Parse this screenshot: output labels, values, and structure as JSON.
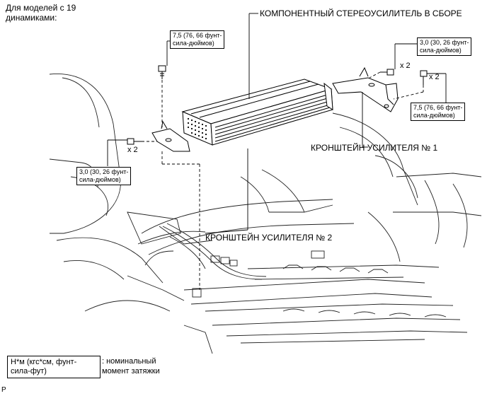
{
  "header": {
    "models_line1": "Для моделей с 19",
    "models_line2": "динамиками:"
  },
  "callouts": {
    "amplifier_assembly": "КОМПОНЕНТНЫЙ СТЕРЕОУСИЛИТЕЛЬ В СБОРЕ",
    "bracket_1": "КРОНШТЕЙН УСИЛИТЕЛЯ № 1",
    "bracket_2": "КРОНШТЕЙН УСИЛИТЕЛЯ № 2"
  },
  "torque_specs": {
    "top_left": {
      "line1": "7,5 (76, 66 фунт-",
      "line2": "сила-дюймов)"
    },
    "top_right": {
      "line1": "3,0 (30, 26 фунт-",
      "line2": "сила-дюймов)"
    },
    "right": {
      "line1": "7,5 (76, 66 фунт-",
      "line2": "сила-дюймов)"
    },
    "left": {
      "line1": "3,0 (30, 26 фунт-",
      "line2": "сила-дюймов)"
    }
  },
  "quantities": {
    "left_bolt": "x 2",
    "right_top_bolt": "x 2",
    "right_bolt": "x 2"
  },
  "legend": {
    "unit_line1": "Н*м (кгс*см, фунт-",
    "unit_line2": "сила-фут)",
    "desc_line1": ": номинальный",
    "desc_line2": "момент затяжки"
  },
  "footer_code": "P"
}
